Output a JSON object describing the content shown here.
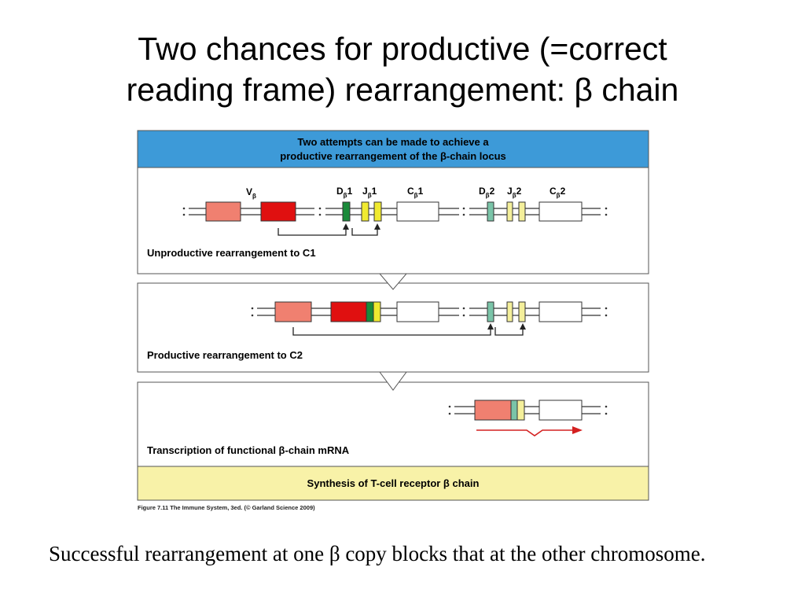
{
  "slide": {
    "title_line1": "Two chances for productive (=correct",
    "title_line2": "reading frame) rearrangement: β chain",
    "caption": "Successful rearrangement at one β copy blocks that at the other chromosome."
  },
  "figure": {
    "header_line1": "Two attempts can be made to achieve a",
    "header_line2": "productive rearrangement of the β-chain locus",
    "panel1_label": "Unproductive rearrangement to C1",
    "panel2_label": "Productive rearrangement to C2",
    "panel3_label": "Transcription of functional β-chain mRNA",
    "footer_label": "Synthesis of T-cell receptor β chain",
    "credit": "Figure 7.11  The Immune System, 3ed. (© Garland Science 2009)",
    "gene_labels": {
      "v_main": "V",
      "v_sub": "β",
      "d1_main": "D",
      "d1_sub": "β",
      "d1_num": "1",
      "j1_main": "J",
      "j1_sub": "β",
      "j1_num": "1",
      "c1_main": "C",
      "c1_sub": "β",
      "c1_num": "1",
      "d2_main": "D",
      "d2_sub": "β",
      "d2_num": "2",
      "j2_main": "J",
      "j2_sub": "β",
      "j2_num": "2",
      "c2_main": "C",
      "c2_sub": "β",
      "c2_num": "2"
    }
  },
  "colors": {
    "header_blue": "#3d9ad8",
    "footer_yellow": "#f8f2a8",
    "v_light": "#f08070",
    "v_red": "#e01010",
    "d_green": "#1a8a3a",
    "d_teal": "#7ac4a8",
    "j_yellow": "#f0ea30",
    "j_pale": "#f4ef9a",
    "arrow_red": "#d42020"
  }
}
